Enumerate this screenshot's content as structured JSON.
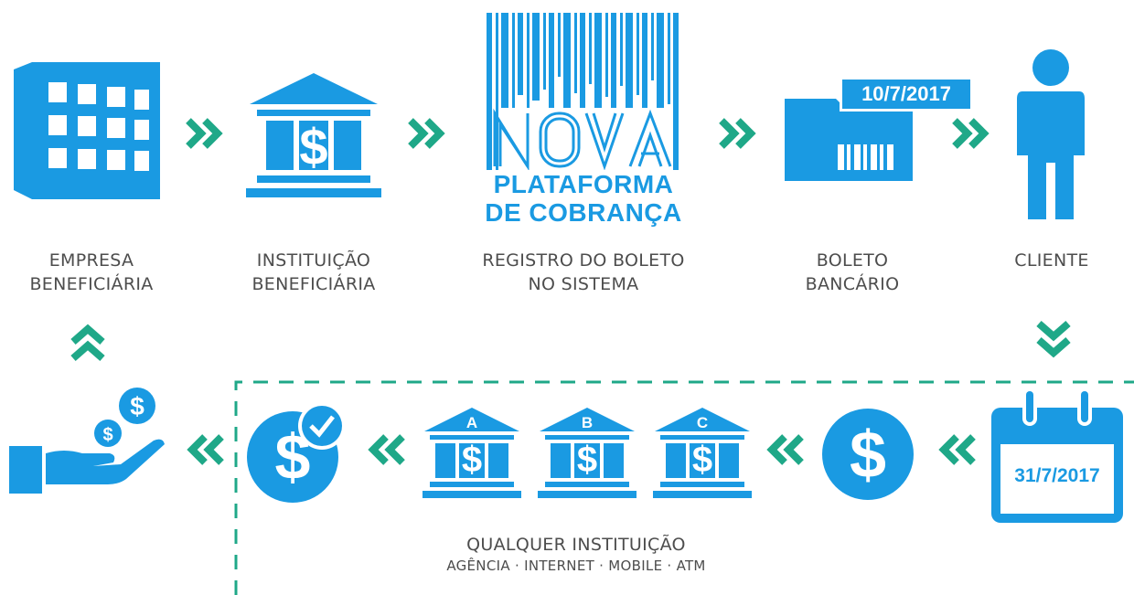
{
  "colors": {
    "blue": "#1a9ae2",
    "green": "#1fa888",
    "text": "#4d4d4d",
    "dash": "#1fa888"
  },
  "top_row": [
    {
      "id": "empresa",
      "label_lines": [
        "EMPRESA",
        "BENEFICIÁRIA"
      ],
      "icon": "office-building-icon"
    },
    {
      "id": "instituicao",
      "label_lines": [
        "INSTITUIÇÃO",
        "BENEFICIÁRIA"
      ],
      "icon": "bank-icon"
    },
    {
      "id": "registro",
      "label_lines": [
        "REGISTRO DO BOLETO",
        "NO SISTEMA"
      ],
      "icon": "barcode-icon"
    },
    {
      "id": "boleto",
      "label_lines": [
        "BOLETO",
        "BANCÁRIO"
      ],
      "icon": "boleto-document-icon"
    },
    {
      "id": "cliente",
      "label_lines": [
        "CLIENTE"
      ],
      "icon": "person-icon"
    }
  ],
  "nova": {
    "word": "NOVA",
    "line1": "PLATAFORMA",
    "line2": "DE COBRANÇA"
  },
  "boleto_date": "10/7/2017",
  "calendar_date": "31/7/2017",
  "banks": [
    "A",
    "B",
    "C"
  ],
  "bank_symbol": "$",
  "payment": {
    "title": "QUALQUER INSTITUIÇÃO",
    "channels": "AGÊNCIA · INTERNET · MOBILE · ATM"
  },
  "arrows": {
    "right": "»",
    "left": "«",
    "down": "»",
    "up": "«"
  }
}
